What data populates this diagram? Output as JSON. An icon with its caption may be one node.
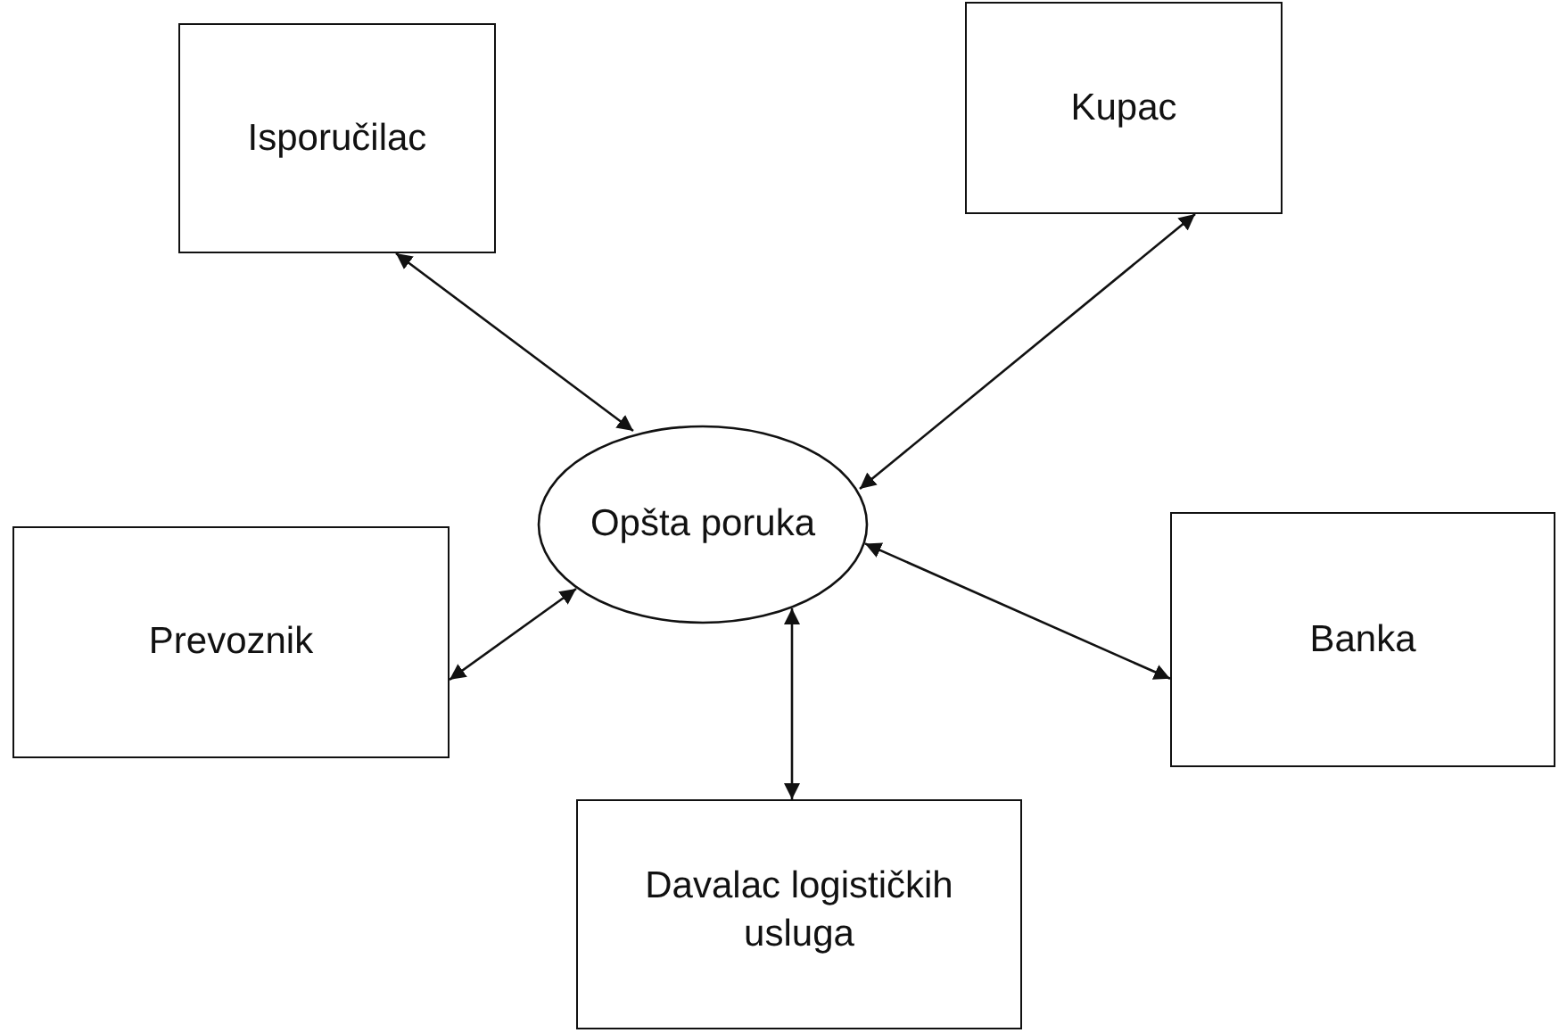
{
  "diagram": {
    "nodes": [
      {
        "text": [
          "Isporučilac"
        ]
      },
      {
        "text": [
          "Kupac"
        ]
      },
      {
        "text": [
          "Opšta poruka"
        ]
      },
      {
        "text": [
          "Prevoznik"
        ]
      },
      {
        "text": [
          "Banka"
        ]
      },
      {
        "text": [
          "Davalac logističkih usluga"
        ]
      }
    ],
    "edges": [
      {
        "from": 0,
        "to": 2,
        "arrow": "both"
      },
      {
        "from": 1,
        "to": 2,
        "arrow": "both"
      },
      {
        "from": 3,
        "to": 2,
        "arrow": "both"
      },
      {
        "from": 4,
        "to": 2,
        "arrow": "both"
      },
      {
        "from": 5,
        "to": 2,
        "arrow": "both"
      }
    ]
  }
}
